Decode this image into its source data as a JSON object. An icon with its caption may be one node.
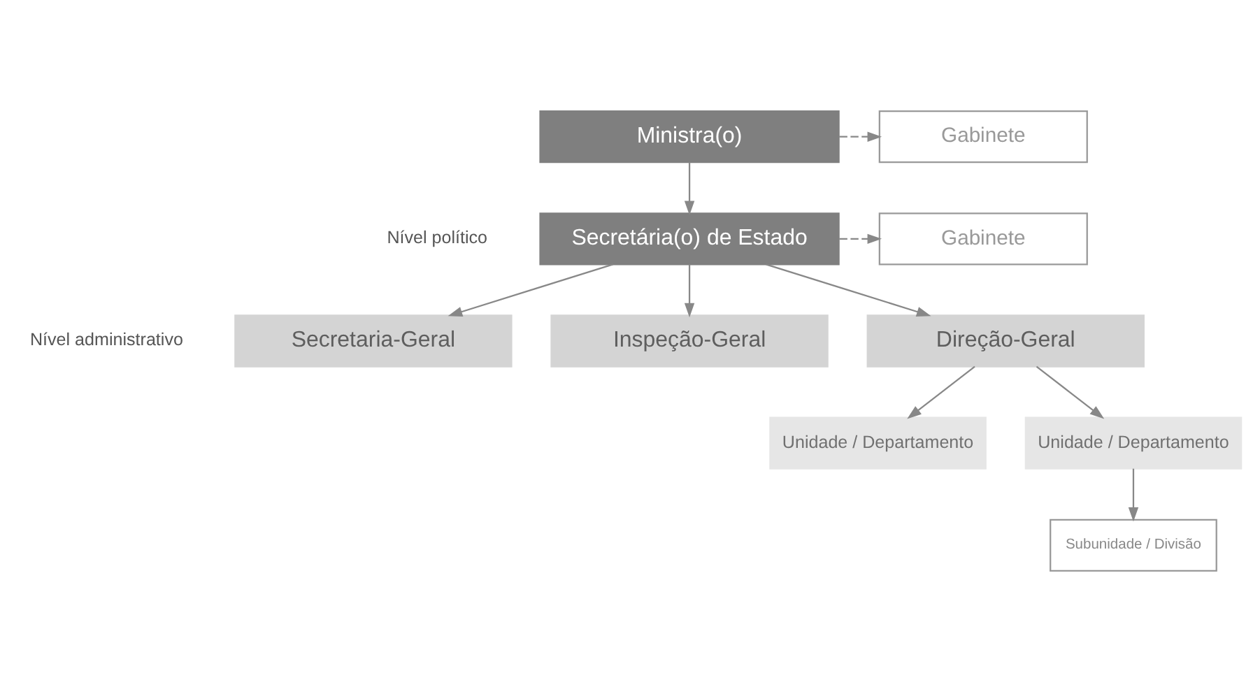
{
  "diagram": {
    "nodes": [
      {
        "text": [
          "Ministra(o)"
        ]
      },
      {
        "text": [
          "Gabinete"
        ]
      },
      {
        "text": [
          "Secretária(o) de Estado"
        ]
      },
      {
        "text": [
          "Gabinete"
        ]
      },
      {
        "text": [
          "Secretaria-Geral"
        ]
      },
      {
        "text": [
          "Inspeção-Geral"
        ]
      },
      {
        "text": [
          "Direção-Geral"
        ]
      },
      {
        "text": [
          "Unidade / Departamento"
        ]
      },
      {
        "text": [
          "Unidade / Departamento"
        ]
      },
      {
        "text": [
          "Subunidade / Divisão"
        ]
      }
    ],
    "edges": [
      {
        "from": 0,
        "to": 1,
        "arrow": "to",
        "style": "dashed"
      },
      {
        "from": 0,
        "to": 2,
        "arrow": "to"
      },
      {
        "from": 2,
        "to": 3,
        "arrow": "to",
        "style": "dashed"
      },
      {
        "from": 2,
        "to": 4,
        "arrow": "to"
      },
      {
        "from": 2,
        "to": 5,
        "arrow": "to"
      },
      {
        "from": 2,
        "to": 6,
        "arrow": "to"
      },
      {
        "from": 6,
        "to": 7,
        "arrow": "to"
      },
      {
        "from": 6,
        "to": 8,
        "arrow": "to"
      },
      {
        "from": 8,
        "to": 9,
        "arrow": "to"
      }
    ],
    "labels": [
      "Nível político",
      "Nível administrativo"
    ]
  }
}
